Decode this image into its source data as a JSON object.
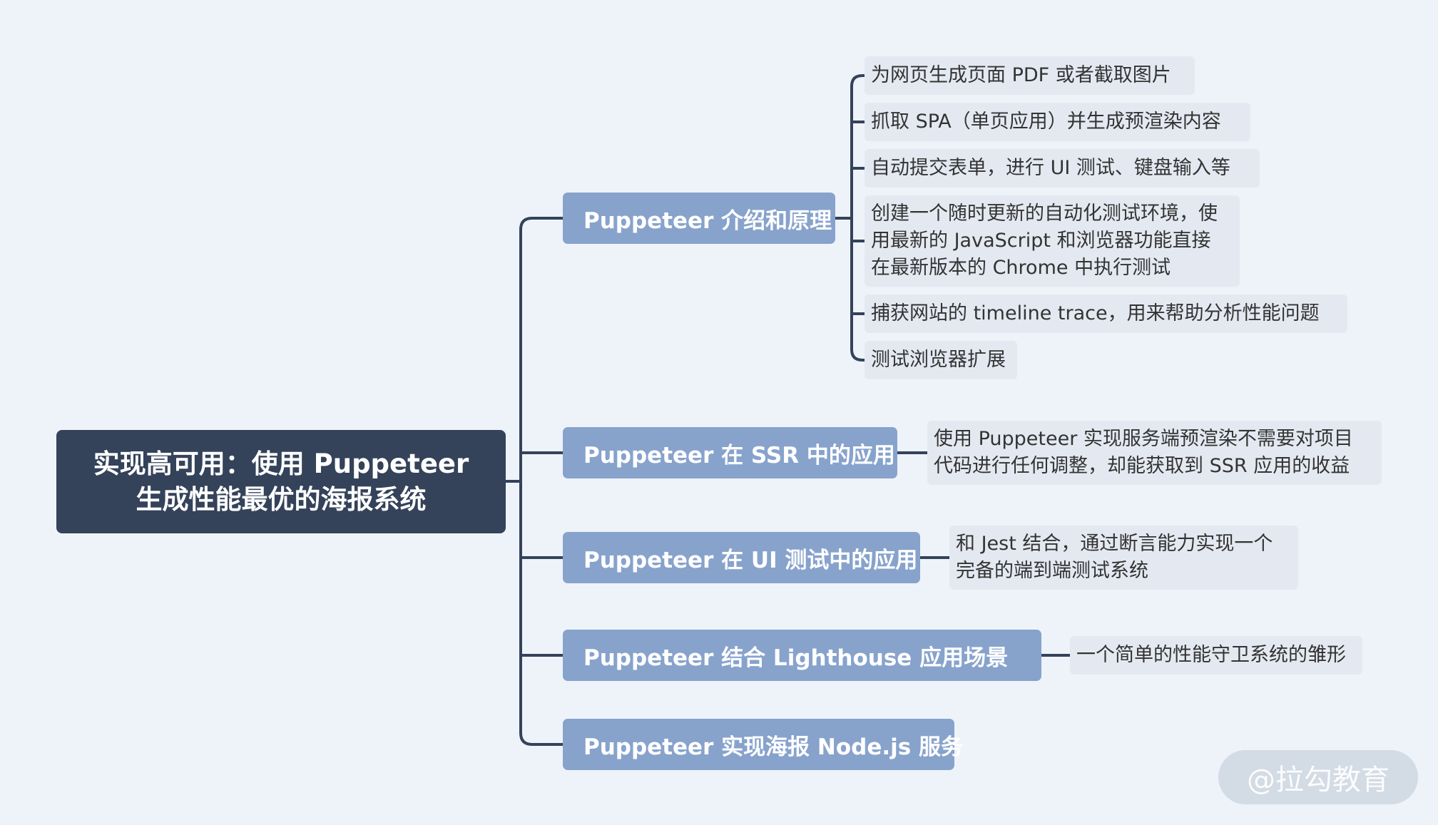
{
  "root": {
    "line1": "实现高可用：使用 Puppeteer",
    "line2": "生成性能最优的海报系统"
  },
  "branches": [
    {
      "label": "Puppeteer 介绍和原理",
      "children": [
        "为网页生成页面 PDF 或者截取图片",
        "抓取 SPA（单页应用）并生成预渲染内容",
        "自动提交表单，进行 UI 测试、键盘输入等",
        {
          "line1": "创建一个随时更新的自动化测试环境，使",
          "line2": "用最新的 JavaScript 和浏览器功能直接",
          "line3": "在最新版本的 Chrome 中执行测试"
        },
        "捕获网站的 timeline trace，用来帮助分析性能问题",
        "测试浏览器扩展"
      ]
    },
    {
      "label": "Puppeteer 在 SSR 中的应用",
      "children": [
        {
          "line1": "使用 Puppeteer 实现服务端预渲染不需要对项目",
          "line2": "代码进行任何调整，却能获取到 SSR 应用的收益"
        }
      ]
    },
    {
      "label": "Puppeteer 在 UI 测试中的应用",
      "children": [
        {
          "line1": "和 Jest 结合，通过断言能力实现一个",
          "line2": "完备的端到端测试系统"
        }
      ]
    },
    {
      "label": "Puppeteer 结合 Lighthouse 应用场景",
      "children": [
        "一个简单的性能守卫系统的雏形"
      ]
    },
    {
      "label": "Puppeteer 实现海报 Node.js 服务"
    }
  ],
  "watermark": "@拉勾教育",
  "colors": {
    "background": "#eef3fa",
    "root": "#34425a",
    "branch": "#87a3cc",
    "leaf": "#e4e9f1",
    "connector": "#34425a"
  }
}
